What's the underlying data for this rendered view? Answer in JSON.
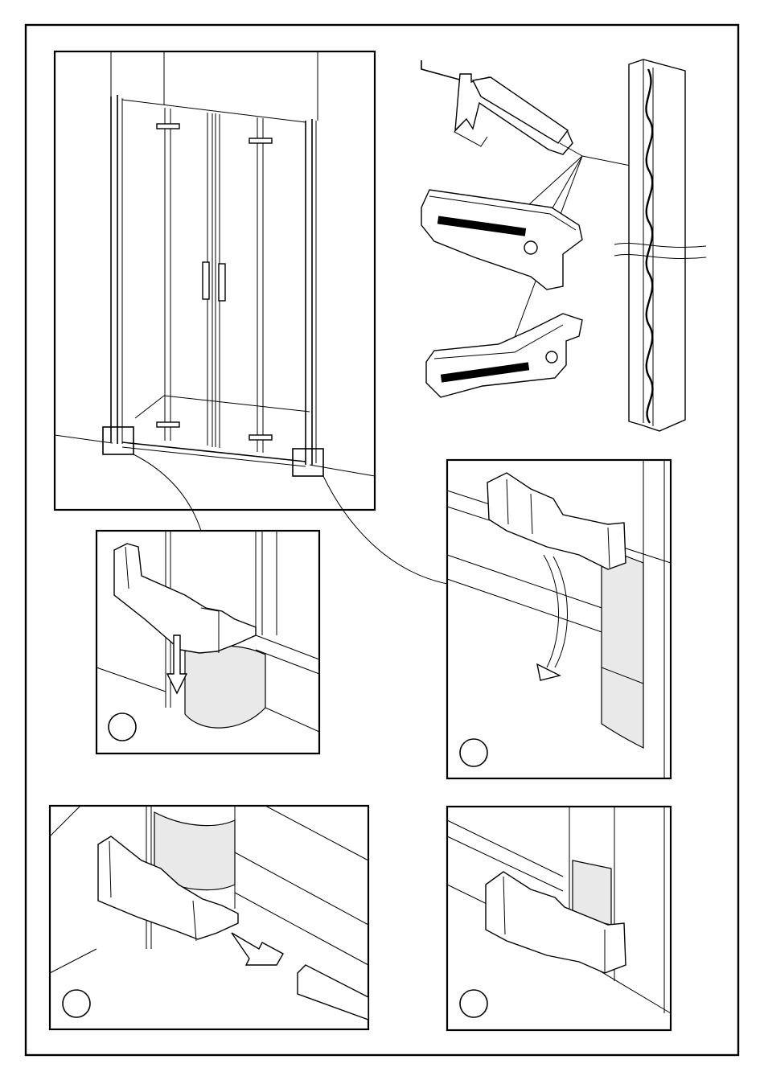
{
  "sheet": {
    "border_color": "#000000",
    "background": "#ffffff"
  },
  "panels": {
    "overview": {
      "content": "shower-door-overview-drawing"
    },
    "sealant": {
      "content": "silicone-gun-and-end-caps-drawing"
    },
    "step1": {
      "content": "left-end-cap-detail",
      "step_marker": ""
    },
    "step2": {
      "content": "right-end-cap-detail",
      "step_marker": ""
    },
    "step3": {
      "content": "end-cap-slide-in-detail",
      "step_marker": ""
    },
    "step4": {
      "content": "end-cap-fitted-detail",
      "step_marker": ""
    }
  }
}
